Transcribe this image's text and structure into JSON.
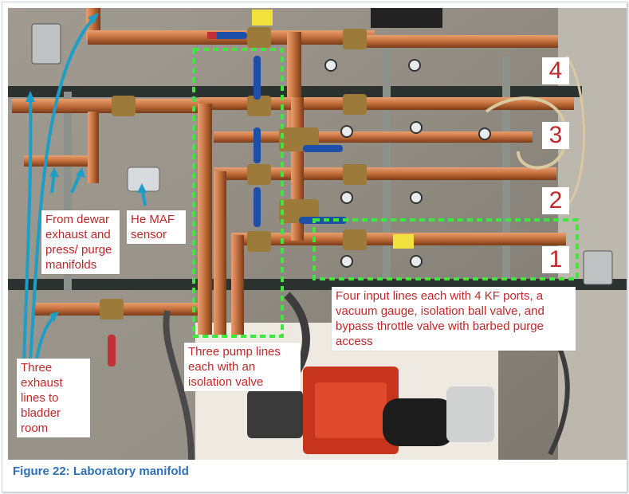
{
  "caption": "Figure 22: Laboratory manifold",
  "labels": {
    "dewar": "From dewar exhaust and press/ purge manifolds",
    "he_maf": "He MAF sensor",
    "four_input": "Four input lines each with 4 KF ports, a vacuum gauge, isolation ball valve, and bypass throttle valve with barbed purge access",
    "three_pump": "Three pump lines each with an isolation valve",
    "three_exhaust": "Three exhaust lines to bladder room"
  },
  "line_numbers": [
    "4",
    "3",
    "2",
    "1"
  ],
  "colors": {
    "copper": "#c8733f",
    "highlight_box": "#3fe63f",
    "arrow": "#1d9ec7",
    "label_text": "#c0282a",
    "caption_text": "#2e6fb5"
  }
}
